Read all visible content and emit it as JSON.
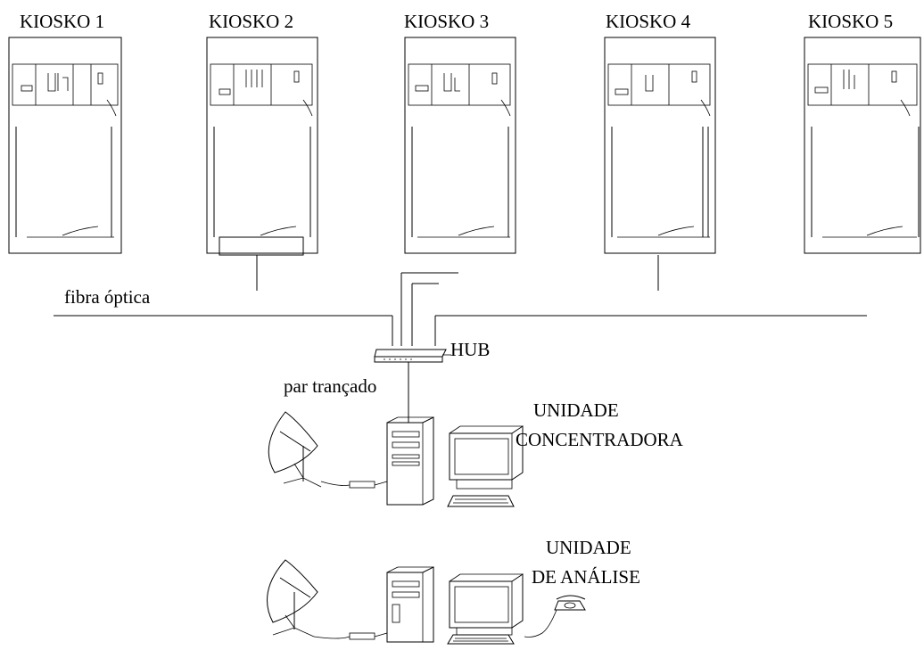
{
  "kiosks": [
    {
      "label": "KIOSKO 1"
    },
    {
      "label": "KIOSKO 2"
    },
    {
      "label": "KIOSKO 3"
    },
    {
      "label": "KIOSKO 4"
    },
    {
      "label": "KIOSKO 5"
    }
  ],
  "labels": {
    "fiber": "fibra óptica",
    "hub": "HUB",
    "twisted_pair": "par trançado",
    "concentrator_line1": "UNIDADE",
    "concentrator_line2": "CONCENTRADORA",
    "analysis_line1": "UNIDADE",
    "analysis_line2": "DE ANÁLISE"
  },
  "icons": {
    "dish": "satellite-dish-icon",
    "pc": "desktop-tower-icon",
    "monitor": "crt-monitor-icon",
    "keyboard": "keyboard-icon",
    "phone": "telephone-icon",
    "hub": "network-hub-icon",
    "cabinet": "cabinet-icon"
  }
}
